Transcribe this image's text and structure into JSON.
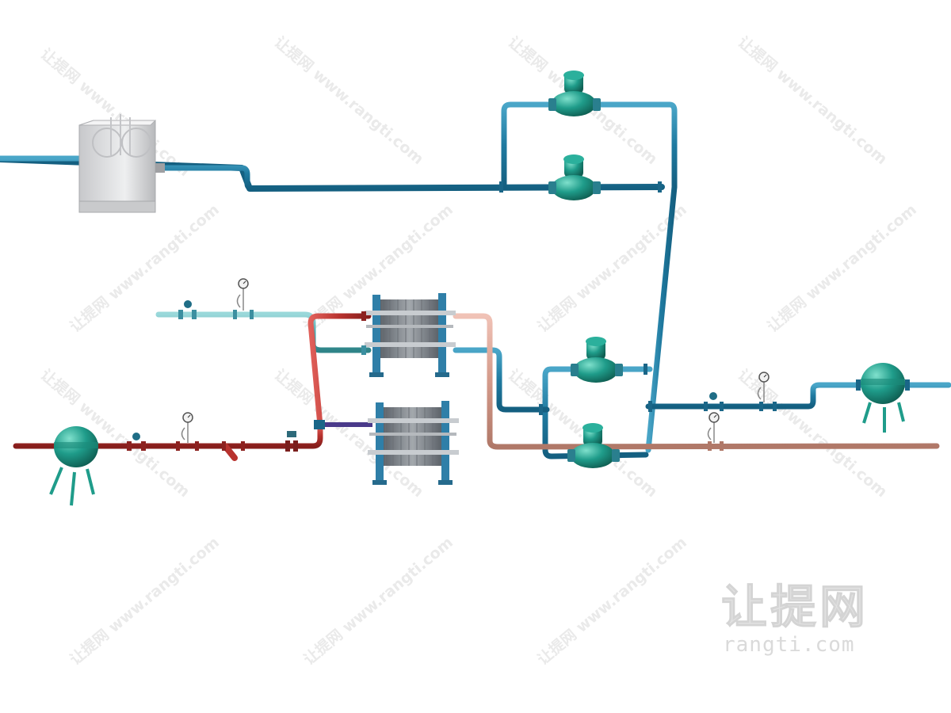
{
  "watermark": {
    "logo_text": "让提网",
    "site_text": "rangti.com",
    "tiled_text": "让提网 www.rangti.com"
  },
  "colors": {
    "blue_pipe": "#2a84a8",
    "blue_pipe_dark": "#1a6688",
    "teal_pipe": "#5fb3b8",
    "red_pipe": "#b8322e",
    "red_pipe_dark": "#8c2220",
    "return_pipe": "#d89c8c",
    "purple_pipe": "#4a3a8a",
    "equipment_green": "#1f9c8a",
    "exchanger_plate": "#8a8f95",
    "exchanger_frame": "#2f7fa8",
    "tower_grey": "#d9dadc",
    "watermark_grey": "#e4e4e4"
  },
  "equipment": {
    "cooling_tower_icon": "cooling-tower-icon",
    "pump_icon": "centrifugal-pump-icon",
    "exchanger_icon": "plate-heat-exchanger-icon",
    "tank_icon": "spherical-tank-icon",
    "gauge_icon": "pressure-gauge-icon",
    "valve_icon": "inline-valve-icon"
  }
}
